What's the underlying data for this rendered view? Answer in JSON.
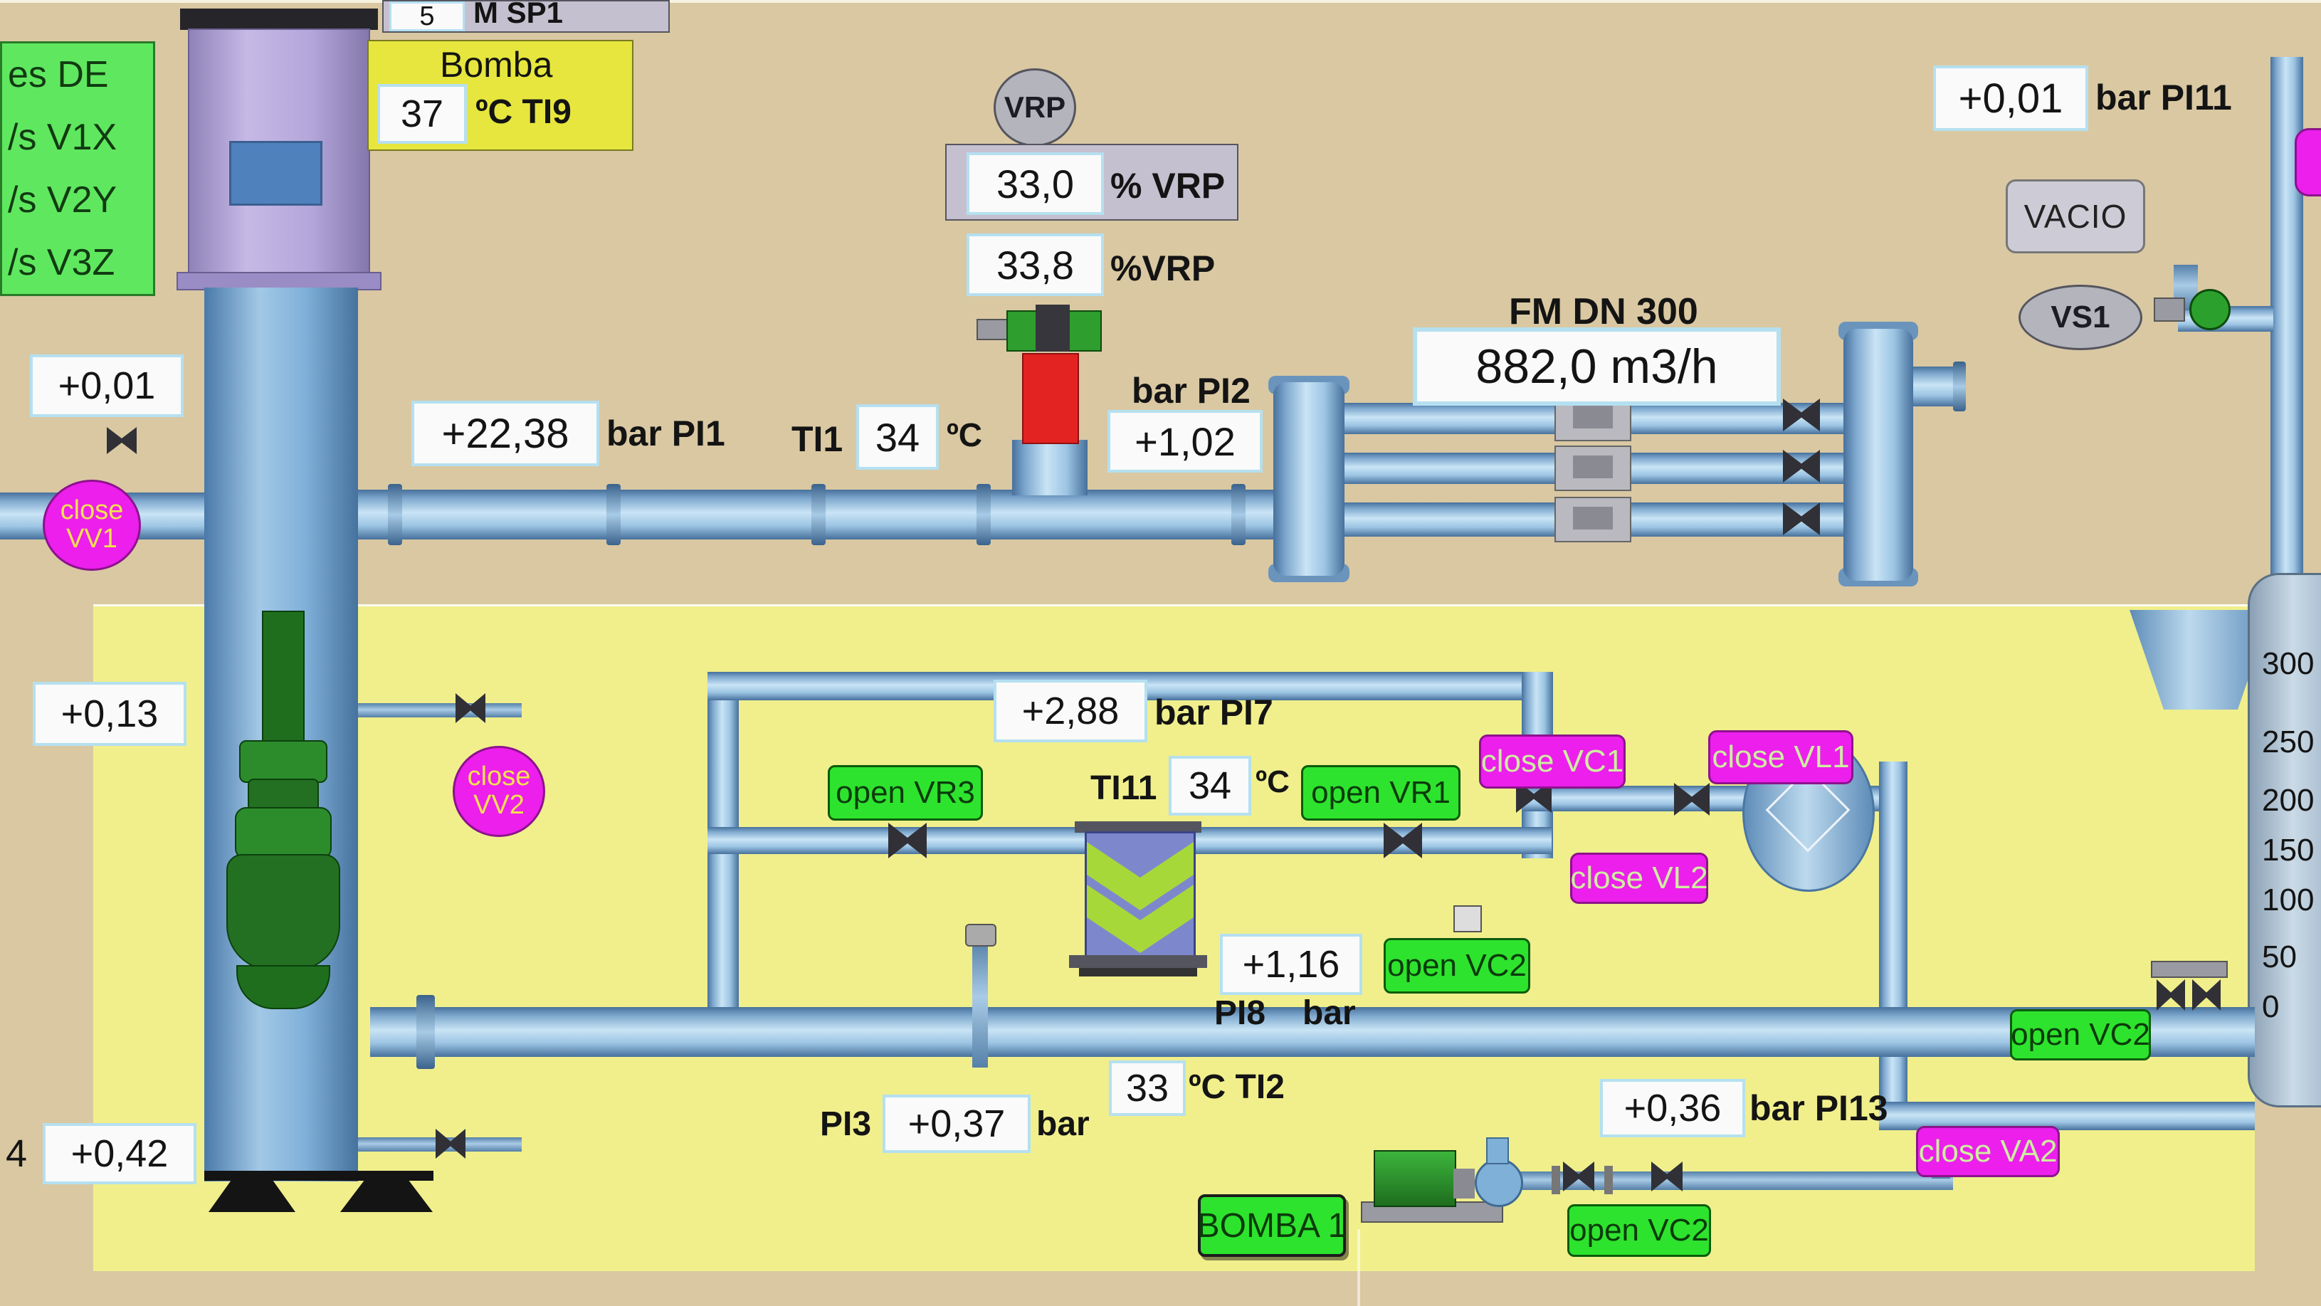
{
  "colors": {
    "background": "#d9c8a2",
    "process_area_yellow": "#f0ef8c",
    "pipe_blue": "#7fa9cf",
    "alarm_magenta": "#ec1fec",
    "ok_green": "#2ee32e",
    "value_box_border": "#b5e0f0",
    "pump_red": "#e32222"
  },
  "top_strip": {
    "rpm_value": "5",
    "rpm_label": "M SP1"
  },
  "left_panel": {
    "lines": [
      "es DE",
      "/s V1X",
      "/s V2Y",
      "/s V3Z"
    ]
  },
  "pump_head": {
    "title": "Bomba",
    "temp_value": "37",
    "temp_label": "ºC TI9"
  },
  "gauges": {
    "pi_top_left": {
      "value": "+0,01"
    },
    "pi1": {
      "value": "+22,38",
      "label": "bar PI1"
    },
    "ti1": {
      "prefix": "TI1",
      "value": "34",
      "suffix": "ºC"
    },
    "vrp": {
      "name": "VRP",
      "sp_value": "33,0",
      "sp_label": "% VRP",
      "pv_value": "33,8",
      "pv_label": "%VRP"
    },
    "pi2": {
      "value": "+1,02",
      "label": "bar PI2"
    },
    "flow": {
      "value": "882,0 m3/h",
      "label": "FM DN 300"
    },
    "pi11": {
      "value": "+0,01",
      "label": "bar PI11"
    },
    "pi_013": {
      "value": "+0,13"
    },
    "pi7": {
      "value": "+2,88",
      "label": "bar PI7"
    },
    "ti11": {
      "prefix": "TI11",
      "value": "34",
      "suffix": "ºC"
    },
    "pi8": {
      "value": "+1,16",
      "label_left": "PI8",
      "label_right": "bar"
    },
    "ti2": {
      "value": "33",
      "label": "ºC TI2"
    },
    "pi3": {
      "prefix": "PI3",
      "value": "+0,37",
      "suffix": "bar"
    },
    "pi13": {
      "value": "+0,36",
      "label": "bar PI13"
    },
    "pi_042": {
      "prefix": "4",
      "value": "+0,42"
    }
  },
  "buttons": {
    "vacio": "VACIO",
    "open_vr3": "open VR3",
    "open_vr1": "open VR1",
    "close_vc1": "close VC1",
    "close_vl1": "close VL1",
    "close_vl2": "close VL2",
    "open_vc2_mid": "open VC2",
    "open_vc2_main": "open VC2",
    "open_vc2_aux": "open VC2",
    "close_va2": "close VA2",
    "bomba1": "BOMBA 1"
  },
  "valves": {
    "vv1": {
      "action": "close",
      "name": "VV1"
    },
    "vv2": {
      "action": "close",
      "name": "VV2"
    }
  },
  "station": {
    "vrp": "VRP",
    "vs1": "VS1"
  },
  "tank_scale": [
    "300",
    "250",
    "200",
    "150",
    "100",
    "50",
    "0"
  ]
}
